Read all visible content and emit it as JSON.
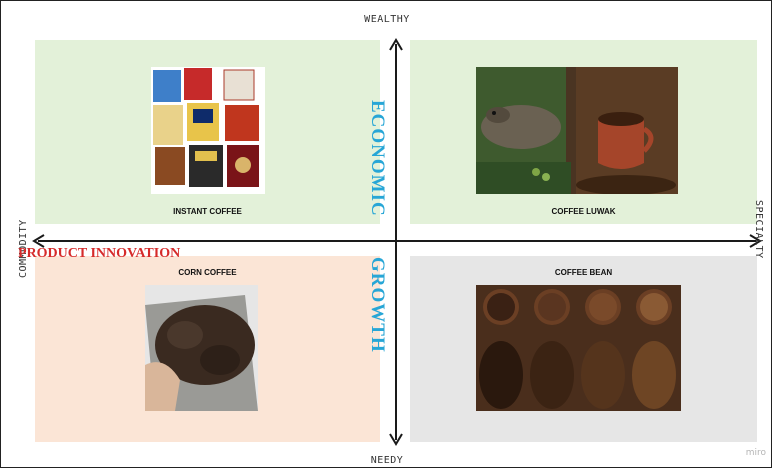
{
  "axes": {
    "top": "WEALTHY",
    "bottom": "NEEDY",
    "left": "COMMODITY",
    "right": "SPECIALTY"
  },
  "quadrants": {
    "top_left": {
      "caption": "INSTANT COFFEE",
      "color": "#e3f1d9"
    },
    "top_right": {
      "caption": "COFFEE LUWAK",
      "color": "#e3f1d9"
    },
    "bottom_left": {
      "caption": "CORN COFFEE",
      "color": "#fbe5d6"
    },
    "bottom_right": {
      "caption": "COFFEE BEAN",
      "color": "#e6e6e6"
    }
  },
  "labels": {
    "innovation": "PRODUCT INNOVATION",
    "vertical_upper": "ECONOMIC",
    "vertical_lower": "GROWTH"
  },
  "colors": {
    "innovation_text": "#d62b2b",
    "vertical_text": "#27a6d6",
    "axis_line": "#1a1a1a"
  },
  "watermark": "miro"
}
